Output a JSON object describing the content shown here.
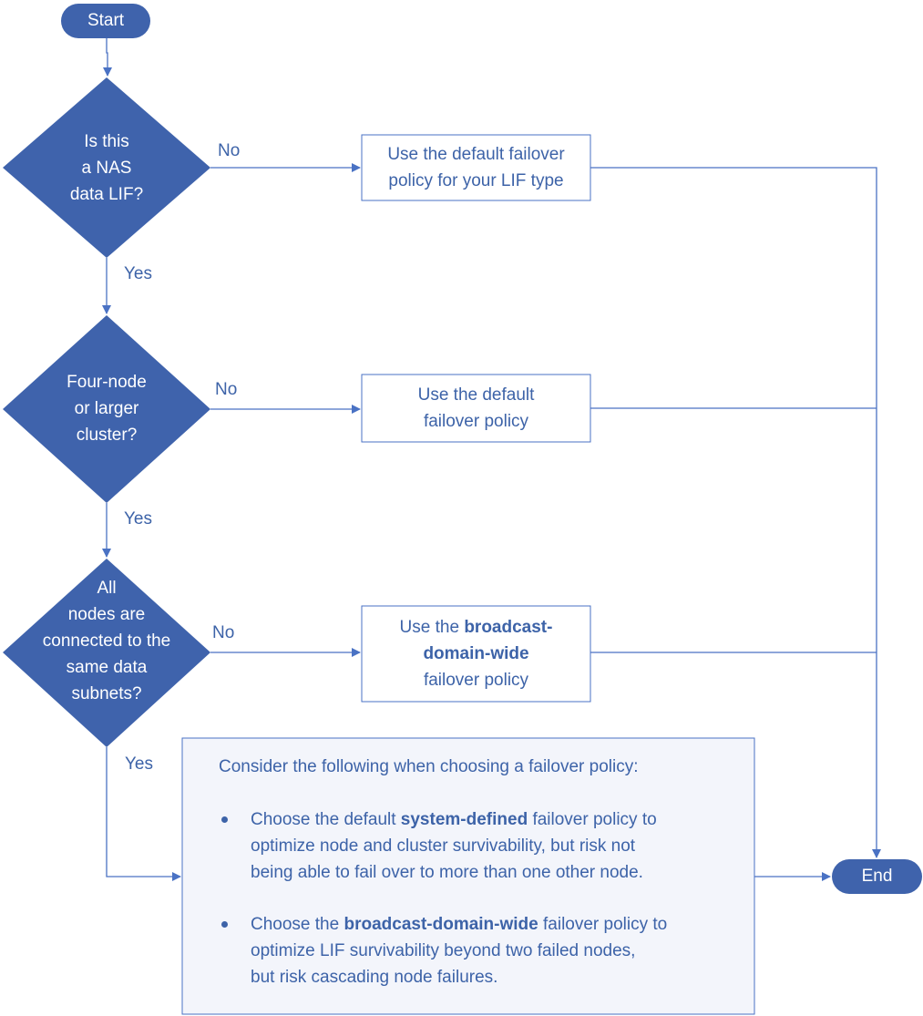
{
  "terminals": {
    "start": "Start",
    "end": "End"
  },
  "decisions": [
    {
      "lines": [
        "Is this",
        "a NAS",
        "data LIF?"
      ]
    },
    {
      "lines": [
        "Four-node",
        "or larger",
        "cluster?"
      ]
    },
    {
      "lines": [
        "All",
        "nodes are",
        "connected to the",
        "same data",
        "subnets?"
      ]
    }
  ],
  "actions": [
    {
      "lines": [
        "Use the default failover",
        "policy for your LIF type"
      ]
    },
    {
      "lines": [
        "Use the default",
        "failover policy"
      ]
    },
    {
      "line1_pre": "Use the ",
      "line1_bold": "broadcast-",
      "line2_bold": "domain-wide",
      "line3": "failover policy"
    }
  ],
  "edge_labels": {
    "no": "No",
    "yes": "Yes"
  },
  "note": {
    "heading": "Consider the following when choosing a failover policy:",
    "bullets": [
      {
        "l1_pre": "Choose the default ",
        "l1_bold": "system-defined",
        "l1_post": " failover policy to",
        "l2": "optimize node and cluster survivability, but risk not",
        "l3": "being able to fail over to more than one other node."
      },
      {
        "l1_pre": "Choose the ",
        "l1_bold": "broadcast-domain-wide",
        "l1_post": " failover policy to",
        "l2": "optimize LIF survivability beyond two failed nodes,",
        "l3": "but risk cascading node failures."
      }
    ]
  },
  "colors": {
    "fill": "#3f63ac",
    "line": "#4a72c4",
    "text": "#3d63a8",
    "note_bg": "#f3f5fb"
  }
}
